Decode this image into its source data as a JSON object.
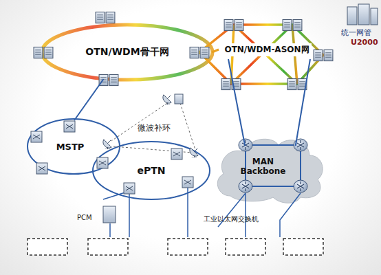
{
  "diagram": {
    "nodes": [
      {
        "text": [
          "OTN/WDM骨干网"
        ]
      },
      {
        "text": [
          "OTN/WDM-ASON网"
        ]
      },
      {
        "text": [
          "MSTP"
        ]
      },
      {
        "text": [
          "ePTN"
        ]
      },
      {
        "text": [
          "MAN Backbone"
        ]
      }
    ],
    "edges": [
      {
        "from": 0,
        "to": 2,
        "arrow": "none"
      },
      {
        "from": 0,
        "to": 1,
        "arrow": "none"
      },
      {
        "from": 1,
        "to": 4,
        "arrow": "none"
      },
      {
        "from": 1,
        "to": 4,
        "arrow": "none"
      }
    ],
    "labels": [
      "统一网管",
      "U2000",
      "微波补环",
      "PCM",
      "工业以太网交换机"
    ]
  }
}
